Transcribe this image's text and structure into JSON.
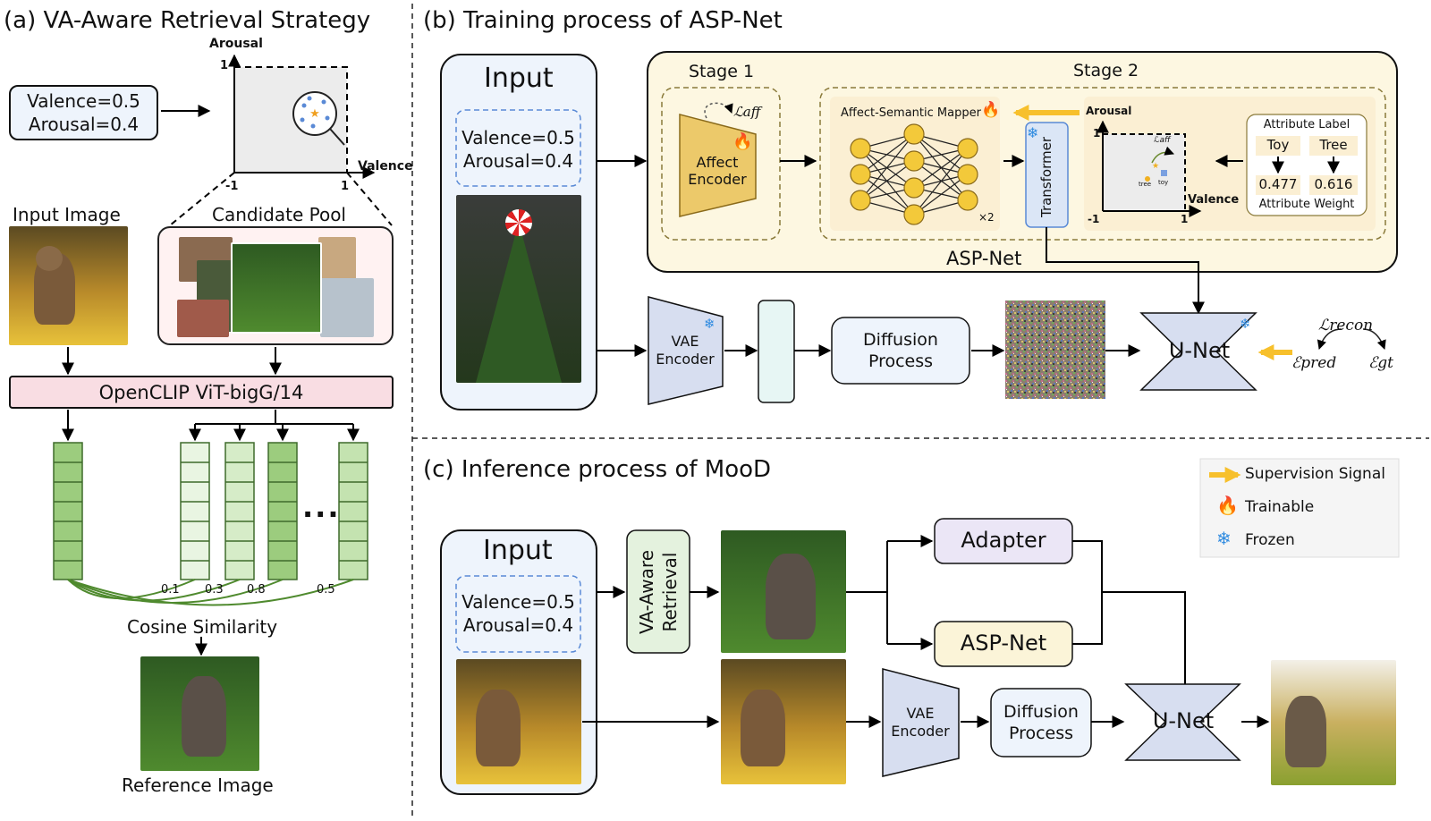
{
  "panel_a": {
    "title": "(a) VA-Aware Retrieval Strategy",
    "valence_text": "Valence=0.5",
    "arousal_text": "Arousal=0.4",
    "axis_arousal": "Arousal",
    "axis_valence": "Valence",
    "tick_one_y": "1",
    "tick_one_x": "1",
    "tick_neg": "-1",
    "input_image_label": "Input Image",
    "candidate_pool_label": "Candidate Pool",
    "encoder_label": "OpenCLIP ViT-bigG/14",
    "ellipsis": "...",
    "scores": [
      "0.1",
      "0.3",
      "0.8",
      "0.5"
    ],
    "cosine_label": "Cosine Similarity",
    "reference_label": "Reference Image"
  },
  "panel_b": {
    "title": "(b) Training process of ASP-Net",
    "input_title": "Input",
    "valence_text": "Valence=0.5",
    "arousal_text": "Arousal=0.4",
    "stage1": "Stage 1",
    "stage2": "Stage 2",
    "loss_aff": "ℒaff",
    "affect_encoder": "Affect Encoder",
    "mapper_label": "Affect-Semantic Mapper",
    "times2": "×2",
    "transformer": "Transformer",
    "axis_arousal": "Arousal",
    "axis_valence": "Valence",
    "tick_one_y": "1",
    "tick_one_x": "1",
    "tick_neg": "-1",
    "mini_loss": "ℒaff",
    "mini_tree": "tree",
    "mini_toy": "toy",
    "attr_label": "Attribute Label",
    "attr_toy": "Toy",
    "attr_tree": "Tree",
    "attr_w1": "0.477",
    "attr_w2": "0.616",
    "attr_weight": "Attribute Weight",
    "asp_net": "ASP-Net",
    "vae": "VAE Encoder",
    "diffusion": "Diffusion Process",
    "unet": "U-Net",
    "loss_recon": "ℒrecon",
    "eps_pred": "ℰpred",
    "eps_gt": "ℰgt"
  },
  "panel_c": {
    "title": "(c) Inference process of MooD",
    "input_title": "Input",
    "valence_text": "Valence=0.5",
    "arousal_text": "Arousal=0.4",
    "va_retrieval": "VA-Aware Retrieval",
    "adapter": "Adapter",
    "asp_net": "ASP-Net",
    "vae": "VAE Encoder",
    "diffusion": "Diffusion Process",
    "unet": "U-Net"
  },
  "legend": {
    "supervision": "Supervision Signal",
    "trainable": "Trainable",
    "frozen": "Frozen"
  },
  "colors": {
    "input_box": "#eef4fc",
    "asp_bg": "#fdf7e1",
    "asp_inner": "#fbefd3",
    "vae": "#d7def0",
    "openclip": "#f9dde3",
    "adapter": "#ebe6f6",
    "va_retrieval": "#e4f2de",
    "supervision": "#f7c02c",
    "frozen": "#2f8be0",
    "green_dark": "#9ccc7e",
    "green_light": "#e2f1d8"
  }
}
